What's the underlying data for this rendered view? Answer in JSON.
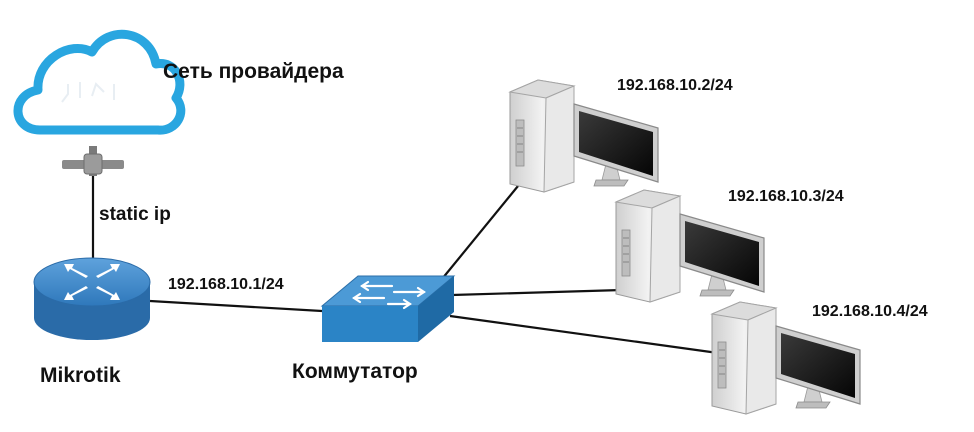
{
  "labels": {
    "provider_network": "Сеть провайдера",
    "uplink": "static ip",
    "router_name": "Mikrotik",
    "router_ip": "192.168.10.1/24",
    "switch_name": "Коммутатор"
  },
  "hosts": [
    {
      "ip": "192.168.10.2/24"
    },
    {
      "ip": "192.168.10.3/24"
    },
    {
      "ip": "192.168.10.4/24"
    }
  ],
  "colors": {
    "cloud_stroke": "#29a6e0",
    "router_body": "#2e77b8",
    "switch_body": "#2b84c6",
    "link": "#111111",
    "pc_case": "#e6e6e6",
    "monitor": "#1a1a1a"
  },
  "icons": {
    "cloud": "cloud-icon",
    "router": "router-icon",
    "switch": "switch-icon",
    "computer": "desktop-computer-icon"
  }
}
